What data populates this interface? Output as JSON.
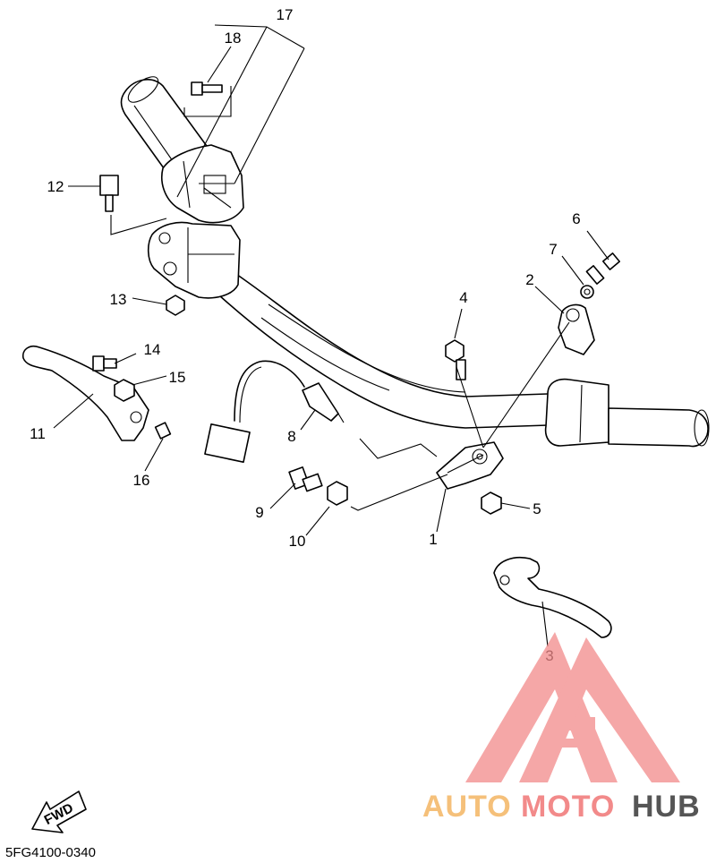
{
  "diagram": {
    "drawing_code": "5FG4100-0340",
    "direction_arrow": "FWD",
    "callouts": [
      {
        "id": "c1",
        "label": "1"
      },
      {
        "id": "c2",
        "label": "2"
      },
      {
        "id": "c3",
        "label": "3"
      },
      {
        "id": "c4",
        "label": "4"
      },
      {
        "id": "c5",
        "label": "5"
      },
      {
        "id": "c6",
        "label": "6"
      },
      {
        "id": "c7",
        "label": "7"
      },
      {
        "id": "c8",
        "label": "8"
      },
      {
        "id": "c9",
        "label": "9"
      },
      {
        "id": "c10",
        "label": "10"
      },
      {
        "id": "c11",
        "label": "11"
      },
      {
        "id": "c12",
        "label": "12"
      },
      {
        "id": "c13",
        "label": "13"
      },
      {
        "id": "c14",
        "label": "14"
      },
      {
        "id": "c15",
        "label": "15"
      },
      {
        "id": "c16",
        "label": "16"
      },
      {
        "id": "c17",
        "label": "17"
      },
      {
        "id": "c18",
        "label": "18"
      }
    ]
  },
  "watermark": {
    "brand_part1": "AUTO",
    "brand_part2": "MOTO",
    "brand_part3": "HUB",
    "color_light": "#f5c07a",
    "color_mid": "#f28a8a",
    "color_dark": "#555555"
  }
}
